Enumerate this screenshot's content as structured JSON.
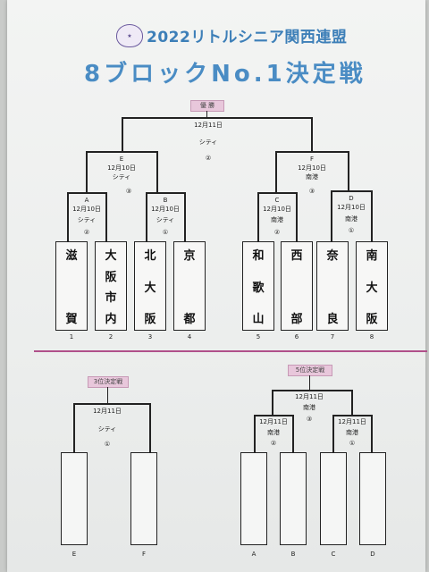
{
  "header": {
    "title": "2022リトルシニア関西連盟",
    "subtitle": "8ブロックNo.1決定戦"
  },
  "main_bracket": {
    "final": {
      "label": "優 勝",
      "date": "12月11日",
      "venue": "シティ",
      "number": "②"
    },
    "E": {
      "name": "E",
      "date": "12月10日",
      "venue": "シティ",
      "number": "③"
    },
    "F": {
      "name": "F",
      "date": "12月10日",
      "venue": "南港",
      "number": "③"
    },
    "A": {
      "name": "A",
      "date": "12月10日",
      "venue": "シティ",
      "number": "②"
    },
    "B": {
      "name": "B",
      "date": "12月10日",
      "venue": "シティ",
      "number": "①"
    },
    "C": {
      "name": "C",
      "date": "12月10日",
      "venue": "南港",
      "number": "②"
    },
    "D": {
      "name": "D",
      "date": "12月10日",
      "venue": "南港",
      "number": "①"
    },
    "teams": [
      {
        "chars": [
          "滋",
          "賀"
        ],
        "seed": "1"
      },
      {
        "chars": [
          "大",
          "阪",
          "市",
          "内"
        ],
        "seed": "2"
      },
      {
        "chars": [
          "北",
          "大",
          "阪"
        ],
        "seed": "3"
      },
      {
        "chars": [
          "京",
          "都"
        ],
        "seed": "4"
      },
      {
        "chars": [
          "和",
          "歌",
          "山"
        ],
        "seed": "5"
      },
      {
        "chars": [
          "西",
          "部"
        ],
        "seed": "6"
      },
      {
        "chars": [
          "奈",
          "良"
        ],
        "seed": "7"
      },
      {
        "chars": [
          "南",
          "大",
          "阪"
        ],
        "seed": "8"
      }
    ]
  },
  "third_place": {
    "label": "3位決定戦",
    "date": "12月11日",
    "venue": "シティ",
    "number": "①",
    "slots": [
      "E",
      "F"
    ]
  },
  "fifth_place": {
    "label": "5位決定戦",
    "date": "12月11日",
    "venue": "南港",
    "number": "③",
    "left": {
      "date": "12月11日",
      "venue": "南港",
      "number": "②"
    },
    "right": {
      "date": "12月11日",
      "venue": "南港",
      "number": "①"
    },
    "slots": [
      "A",
      "B",
      "C",
      "D"
    ]
  },
  "colors": {
    "title": "#3d7fb8",
    "accent": "#e8c7db",
    "divider": "#b0508a"
  }
}
